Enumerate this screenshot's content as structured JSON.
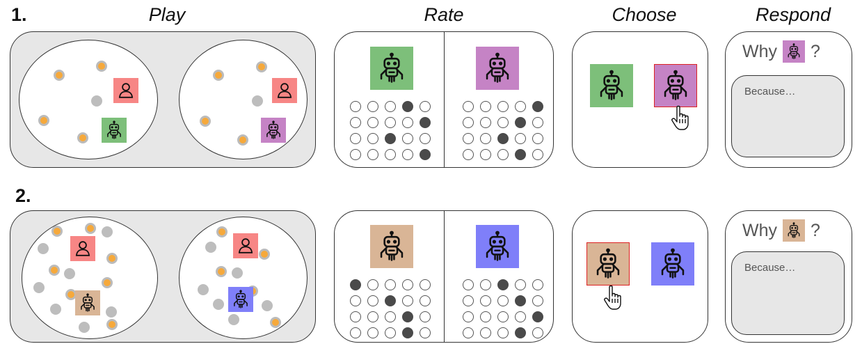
{
  "headers": {
    "play": "Play",
    "rate": "Rate",
    "choose": "Choose",
    "respond": "Respond"
  },
  "rows": [
    {
      "label": "1.",
      "play": {
        "arenas": [
          {
            "human_color": "#f78685",
            "robot_color": "#7dbf7a"
          },
          {
            "human_color": "#f78685",
            "robot_color": "#c583c5"
          }
        ]
      },
      "rate": {
        "robots": [
          {
            "color": "#7dbf7a",
            "filled": [
              3,
              4,
              2,
              4
            ]
          },
          {
            "color": "#c583c5",
            "filled": [
              4,
              3,
              2,
              3
            ]
          }
        ]
      },
      "choose": {
        "robots": [
          "#7dbf7a",
          "#c583c5"
        ],
        "selected": 1
      },
      "respond": {
        "why": "Why",
        "question_mark": "?",
        "robot_color": "#c583c5",
        "placeholder": "Because…"
      }
    },
    {
      "label": "2.",
      "play": {
        "arenas": [
          {
            "human_color": "#f78685",
            "robot_color": "#d9b596"
          },
          {
            "human_color": "#f78685",
            "robot_color": "#7f7ff9"
          }
        ]
      },
      "rate": {
        "robots": [
          {
            "color": "#d9b596",
            "filled": [
              0,
              2,
              3,
              3
            ]
          },
          {
            "color": "#7f7ff9",
            "filled": [
              2,
              3,
              4,
              3
            ]
          }
        ]
      },
      "choose": {
        "robots": [
          "#d9b596",
          "#7f7ff9"
        ],
        "selected": 0
      },
      "respond": {
        "why": "Why",
        "question_mark": "?",
        "robot_color": "#d9b596",
        "placeholder": "Because…"
      }
    }
  ],
  "icons": {
    "robot": "robot-icon",
    "human": "person-icon",
    "cursor": "hand-pointer-icon"
  },
  "colors": {
    "orange_dot": "#f6a93b",
    "gray_dot": "#bdbdbd",
    "panel_bg": "#e7e7e7",
    "selected_border": "#dd2222",
    "filled_rating": "#4a4a4a"
  }
}
